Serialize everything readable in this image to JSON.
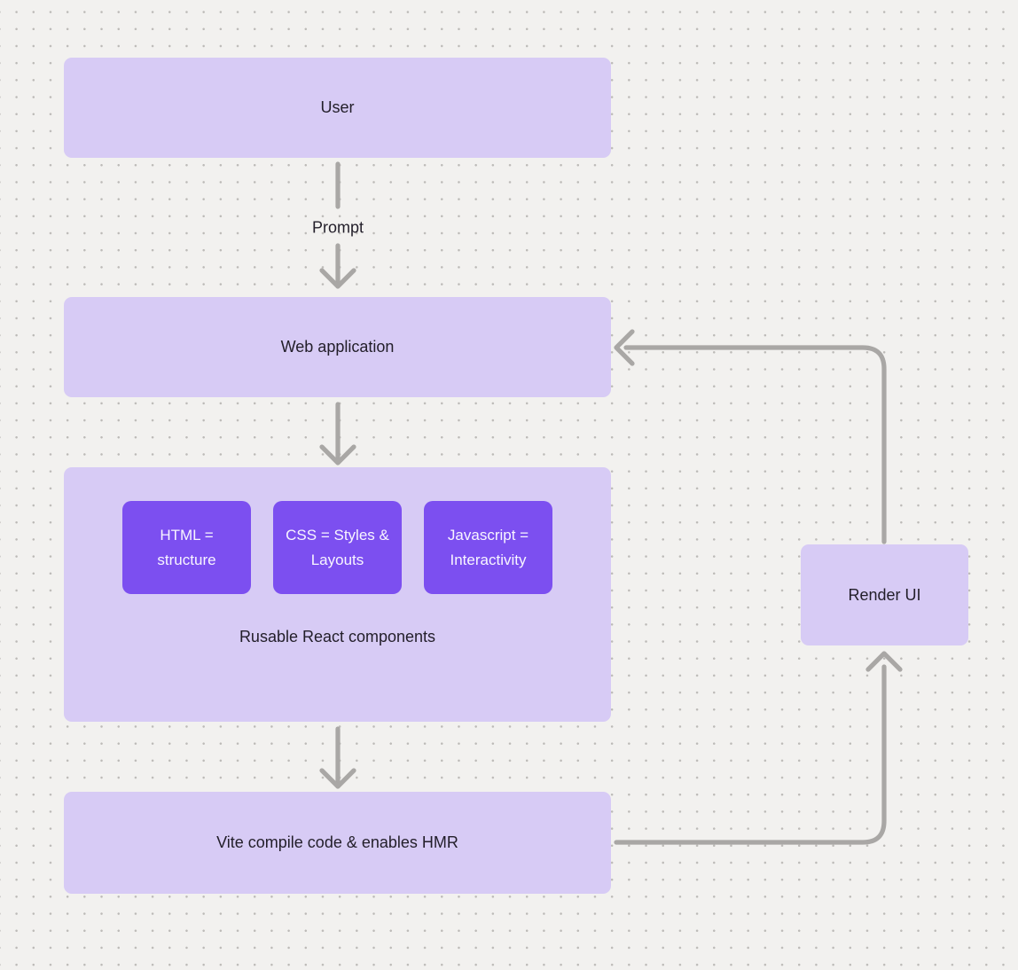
{
  "colors": {
    "canvas_bg": "#f2f1ef",
    "dot": "#bcbab7",
    "node_fill": "#d7cbf5",
    "chip_fill": "#7c4ff0",
    "node_text": "#221e29",
    "chip_text": "#f8f5ff",
    "connector": "#a9a7a5"
  },
  "diagram": {
    "nodes": {
      "user": {
        "label": "User"
      },
      "web_application": {
        "label": "Web application"
      },
      "components_group": {
        "caption": "Rusable React components",
        "chips": [
          {
            "label": "HTML = structure"
          },
          {
            "label": "CSS = Styles & Layouts"
          },
          {
            "label": "Javascript = Interactivity"
          }
        ]
      },
      "vite": {
        "label": "Vite compile code & enables HMR"
      },
      "render_ui": {
        "label": "Render UI"
      }
    },
    "edge_labels": {
      "prompt": "Prompt"
    }
  }
}
